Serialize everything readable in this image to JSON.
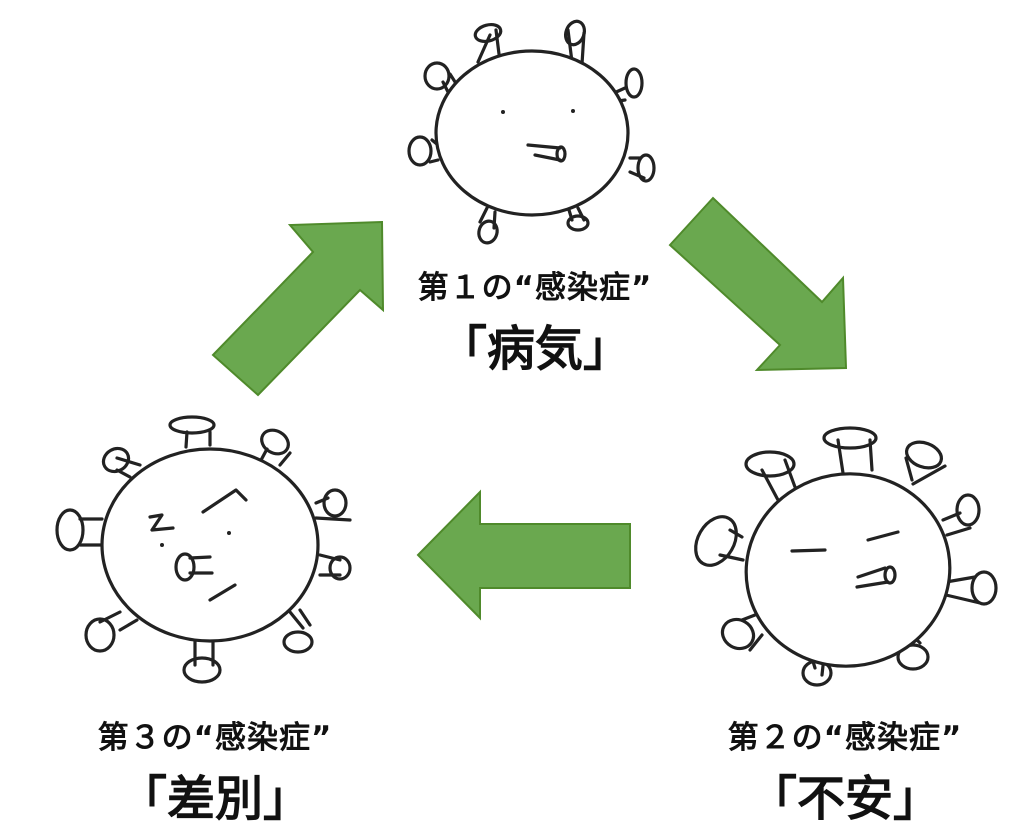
{
  "diagram": {
    "type": "cycle",
    "arrow_color": "#6aa84f",
    "arrow_border": "#4f8a2b",
    "nodes": [
      {
        "id": "stage-1",
        "subtitle": "第１の“感染症”",
        "title": "「病気」",
        "character": "virus-neutral-face",
        "position": "top-center"
      },
      {
        "id": "stage-2",
        "subtitle": "第２の“感染症”",
        "title": "「不安」",
        "character": "virus-worried-face",
        "position": "bottom-right"
      },
      {
        "id": "stage-3",
        "subtitle": "第３の“感染症”",
        "title": "「差別」",
        "character": "virus-angry-face",
        "position": "bottom-left"
      }
    ],
    "edges": [
      {
        "from": "stage-1",
        "to": "stage-2",
        "direction": "down-right"
      },
      {
        "from": "stage-2",
        "to": "stage-3",
        "direction": "left"
      },
      {
        "from": "stage-3",
        "to": "stage-1",
        "direction": "up-right"
      }
    ]
  }
}
